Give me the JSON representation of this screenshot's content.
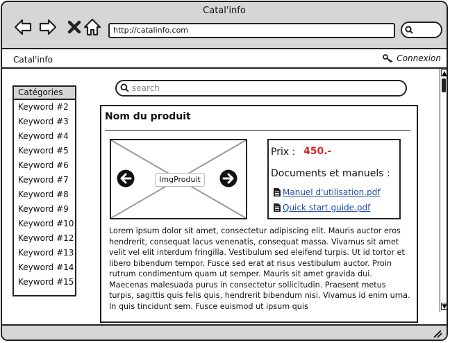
{
  "window": {
    "title": "Catal'info"
  },
  "toolbar": {
    "url": "http://catalinfo.com"
  },
  "menubar": {
    "brand": "Catal'info",
    "login": "Connexion"
  },
  "sidebar": {
    "header": "Catégories",
    "items": [
      {
        "label": "Keyword #2"
      },
      {
        "label": "Keyword #3"
      },
      {
        "label": "Keyword #4"
      },
      {
        "label": "Keyword #5"
      },
      {
        "label": "Keyword #6"
      },
      {
        "label": "Keyword #7"
      },
      {
        "label": "Keyword #8"
      },
      {
        "label": "Keyword #9"
      },
      {
        "label": "Keyword #10"
      },
      {
        "label": "Keyword #12"
      },
      {
        "label": "Keyword #13"
      },
      {
        "label": "Keyword #14"
      },
      {
        "label": "Keyword #15"
      }
    ]
  },
  "search": {
    "placeholder": "search"
  },
  "product": {
    "name": "Nom du produit",
    "image_label": "ImgProduit",
    "price_label": "Prix :",
    "price": "450.-",
    "docs_title": "Documents et manuels :",
    "docs": [
      {
        "label": "Manuel d'utilisation.pdf"
      },
      {
        "label": "Quick start guide.pdf"
      }
    ],
    "description": "Lorem ipsum dolor sit amet, consectetur adipiscing elit. Mauris auctor eros hendrerit, consequat lacus venenatis, consequat massa. Vivamus sit amet velit vel elit interdum fringilla. Vestibulum sed eleifend turpis. Ut id tortor et libero bibendum tempor. Fusce sed erat at risus vestibulum auctor. Proin rutrum condimentum quam ut semper. Mauris sit amet gravida dui. Maecenas malesuada purus in consectetur sollicitudin. Praesent metus turpis, sagittis quis felis quis, hendrerit bibendum nisi. Vivamus id enim urna. In quis tincidunt sem. Fusce euismod ut ipsum quis"
  },
  "colors": {
    "chrome": "#d6d6d6",
    "price": "#d62b2b",
    "link": "#1d4fa3"
  }
}
